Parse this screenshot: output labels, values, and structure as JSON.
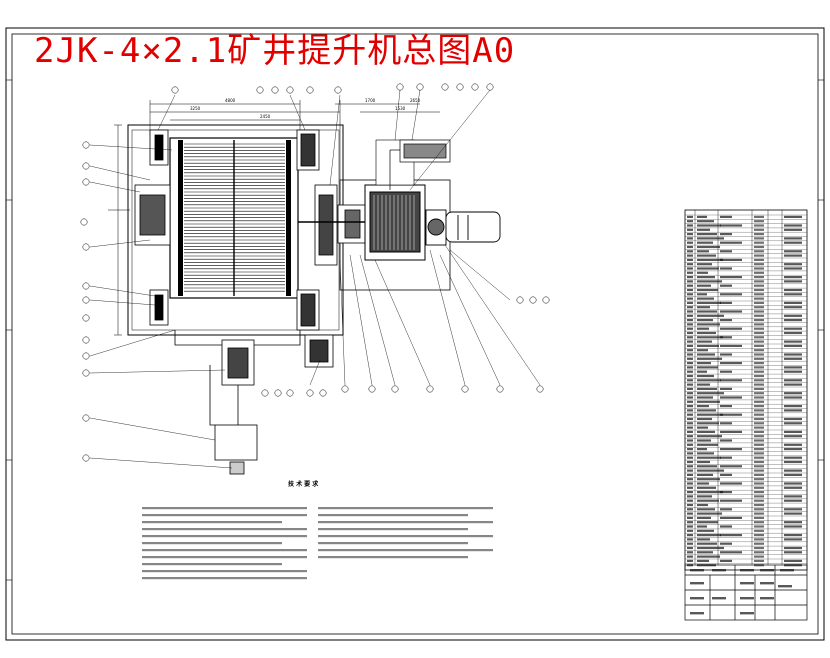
{
  "title": "2JK-4×2.1矿井提升机总图A0",
  "colors": {
    "title": "#e00000",
    "line": "#000000",
    "background": "#ffffff"
  },
  "drawing": {
    "tech_heading": "技 术 要 求",
    "dims_top": [
      "4800",
      "3250",
      "2450",
      "1700",
      "1530",
      "2650"
    ]
  }
}
